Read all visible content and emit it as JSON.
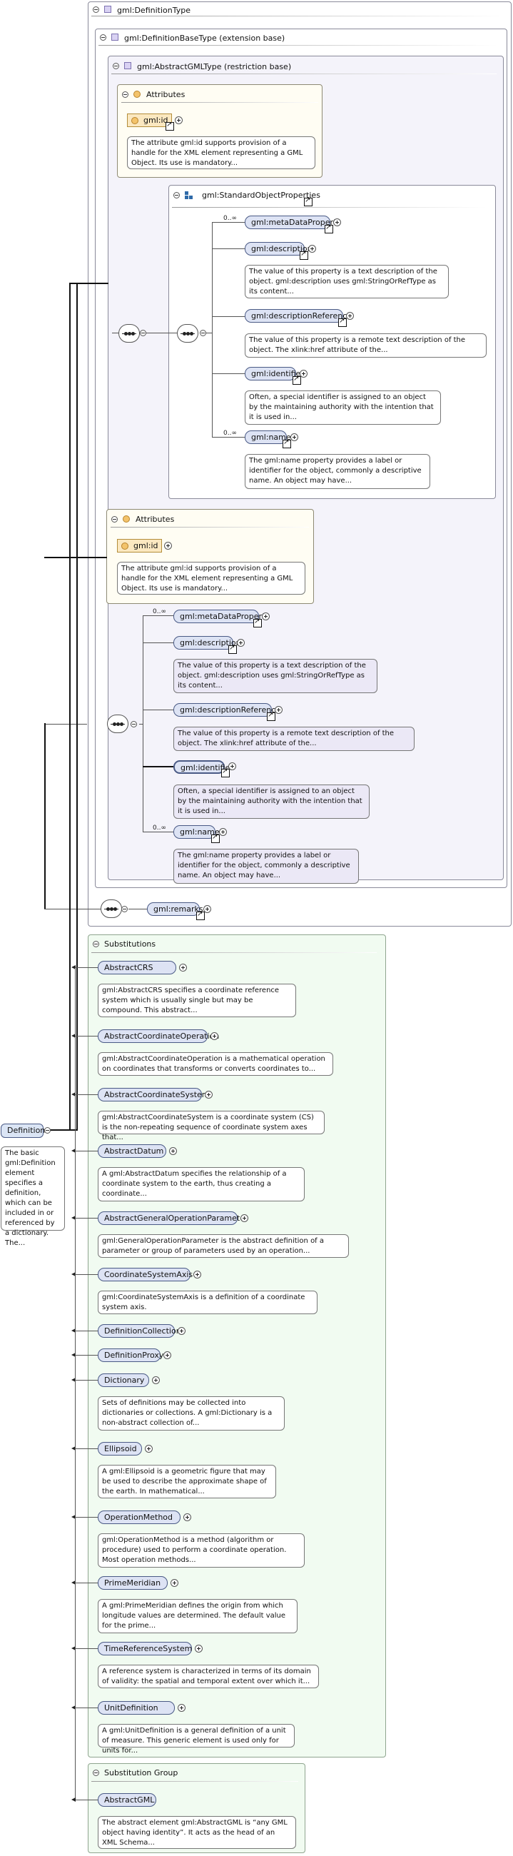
{
  "definition_type": {
    "title": "gml:DefinitionType",
    "extension": "gml:DefinitionBaseType (extension base)",
    "restriction": "gml:AbstractGMLType (restriction base)"
  },
  "attributes_label": "Attributes",
  "gml_id": {
    "label": "gml:id",
    "desc": "The attribute gml:id supports provision of a handle for the XML element representing a GML Object. Its use is mandatory..."
  },
  "standard_props_title": "gml:StandardObjectProperties",
  "cardinality": "0..∞",
  "props": {
    "meta_data": "gml:metaDataProperty",
    "description": {
      "label": "gml:description",
      "desc": "The value of this property is a text description of the object. gml:description uses gml:StringOrRefType as its content..."
    },
    "description_reference": {
      "label": "gml:descriptionReference",
      "desc": "The value of this property is a remote text description of the object. The xlink:href attribute of the..."
    },
    "identifier": {
      "label": "gml:identifier",
      "desc": "Often, a special identifier is assigned to an object by the maintaining authority with the intention that it is used in..."
    },
    "name": {
      "label": "gml:name",
      "desc": "The gml:name property provides a label or identifier for the object, commonly a descriptive name. An object may have..."
    }
  },
  "remarks": "gml:remarks",
  "root": {
    "label": "Definition",
    "desc": "The basic gml:Definition element specifies a definition, which can be included in or referenced by a dictionary. The..."
  },
  "substitutions": {
    "title": "Substitutions",
    "items": [
      {
        "label": "AbstractCRS",
        "desc": "gml:AbstractCRS specifies a coordinate reference system which is usually single but may be compound. This abstract..."
      },
      {
        "label": "AbstractCoordinateOperation",
        "desc": "gml:AbstractCoordinateOperation is a mathematical operation on coordinates that transforms or converts coordinates to..."
      },
      {
        "label": "AbstractCoordinateSystem",
        "desc": "gml:AbstractCoordinateSystem is a coordinate system (CS) is the non-repeating sequence of coordinate system axes that..."
      },
      {
        "label": "AbstractDatum",
        "desc": "A gml:AbstractDatum specifies the relationship of a coordinate system to the earth, thus creating a coordinate..."
      },
      {
        "label": "AbstractGeneralOperationParameter",
        "desc": "gml:GeneralOperationParameter is the abstract definition of a parameter or group of parameters used by an operation..."
      },
      {
        "label": "CoordinateSystemAxis",
        "desc": "gml:CoordinateSystemAxis is a definition of a coordinate system axis."
      },
      {
        "label": "DefinitionCollection",
        "desc": ""
      },
      {
        "label": "DefinitionProxy",
        "desc": ""
      },
      {
        "label": "Dictionary",
        "desc": "Sets of definitions may be collected into dictionaries or collections. A gml:Dictionary is a non-abstract collection of..."
      },
      {
        "label": "Ellipsoid",
        "desc": "A gml:Ellipsoid is a geometric figure that may be used to describe the approximate shape of the earth. In mathematical..."
      },
      {
        "label": "OperationMethod",
        "desc": "gml:OperationMethod is a method (algorithm or procedure) used to perform a coordinate operation. Most operation methods..."
      },
      {
        "label": "PrimeMeridian",
        "desc": "A gml:PrimeMeridian defines the origin from which longitude values are determined. The default value for the prime..."
      },
      {
        "label": "TimeReferenceSystem",
        "desc": "A reference system is characterized in terms of its domain of validity: the spatial and temporal extent over which it..."
      },
      {
        "label": "UnitDefinition",
        "desc": "A gml:UnitDefinition is a general definition of a unit of measure. This generic element is used only for units for..."
      }
    ]
  },
  "substitution_group": {
    "title": "Substitution Group",
    "item": {
      "label": "AbstractGML",
      "desc": "The abstract element gml:AbstractGML is “any GML object having identity”. It acts as the head of an XML Schema..."
    }
  }
}
